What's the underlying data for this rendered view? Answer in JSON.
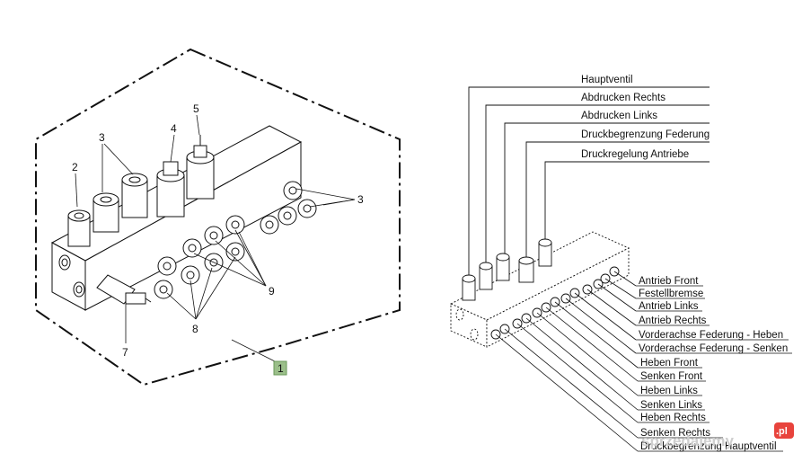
{
  "left_callouts": [
    "1",
    "2",
    "3",
    "4",
    "5",
    "3",
    "7",
    "8",
    "9"
  ],
  "top_labels": [
    "Hauptventil",
    "Abdrucken Rechts",
    "Abdrucken Links",
    "Druckbegrenzung Federung",
    "Druckregelung Antriebe"
  ],
  "side_labels": [
    "Antrieb Front",
    "Festellbremse",
    "Antrieb Links",
    "Antrieb Rechts",
    "Vorderachse Federung - Heben",
    "Vorderachse Federung - Senken",
    "Heben Front",
    "Senken Front",
    "Heben Links",
    "Senken Links",
    "Heben Rechts",
    "Senken Rechts",
    "Druckbegrenzung Hauptventil"
  ],
  "watermark": {
    "text": "sprzedajemy",
    "badge": ".pl",
    "badge_color": "#e8433c"
  },
  "colors": {
    "callout_box": "#9bbf8a",
    "line": "#111111"
  }
}
